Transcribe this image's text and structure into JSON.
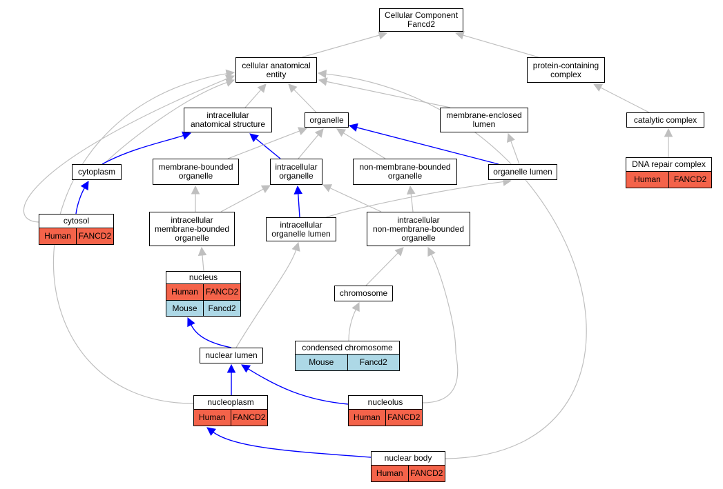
{
  "colors": {
    "is_a_edge": "#bfbfbf",
    "part_of_edge": "#0000ff",
    "human": "#f4634a",
    "mouse": "#add8e6"
  },
  "nodes": {
    "root": {
      "label": "Cellular Component\nFancd2"
    },
    "cae": {
      "label": "cellular anatomical\nentity"
    },
    "pcc": {
      "label": "protein-containing\ncomplex"
    },
    "ias": {
      "label": "intracellular\nanatomical structure"
    },
    "org": {
      "label": "organelle"
    },
    "mel": {
      "label": "membrane-enclosed\nlumen"
    },
    "cat": {
      "label": "catalytic complex"
    },
    "cyto": {
      "label": "cytoplasm"
    },
    "mbo": {
      "label": "membrane-bounded\norganelle"
    },
    "io": {
      "label": "intracellular\norganelle"
    },
    "nmbo": {
      "label": "non-membrane-bounded\norganelle"
    },
    "olum": {
      "label": "organelle lumen"
    },
    "drc": {
      "label": "DNA repair complex",
      "rows": [
        {
          "species": "Human",
          "gene": "FANCD2"
        }
      ]
    },
    "cytosol": {
      "label": "cytosol",
      "rows": [
        {
          "species": "Human",
          "gene": "FANCD2"
        }
      ]
    },
    "imbo": {
      "label": "intracellular\nmembrane-bounded\norganelle"
    },
    "iol": {
      "label": "intracellular\norganelle lumen"
    },
    "inmbo": {
      "label": "intracellular\nnon-membrane-bounded\norganelle"
    },
    "nucleus": {
      "label": "nucleus",
      "rows": [
        {
          "species": "Human",
          "gene": "FANCD2"
        },
        {
          "species": "Mouse",
          "gene": "Fancd2"
        }
      ]
    },
    "chrom": {
      "label": "chromosome"
    },
    "cchrom": {
      "label": "condensed chromosome",
      "rows": [
        {
          "species": "Mouse",
          "gene": "Fancd2"
        }
      ]
    },
    "nlum": {
      "label": "nuclear lumen"
    },
    "nplasm": {
      "label": "nucleoplasm",
      "rows": [
        {
          "species": "Human",
          "gene": "FANCD2"
        }
      ]
    },
    "nolus": {
      "label": "nucleolus",
      "rows": [
        {
          "species": "Human",
          "gene": "FANCD2"
        }
      ]
    },
    "nbody": {
      "label": "nuclear body",
      "rows": [
        {
          "species": "Human",
          "gene": "FANCD2"
        }
      ]
    }
  },
  "edges": [
    {
      "from": "cae",
      "to": "root",
      "type": "is_a"
    },
    {
      "from": "pcc",
      "to": "root",
      "type": "is_a"
    },
    {
      "from": "cat",
      "to": "pcc",
      "type": "is_a"
    },
    {
      "from": "drc",
      "to": "cat",
      "type": "is_a"
    },
    {
      "from": "ias",
      "to": "cae",
      "type": "is_a"
    },
    {
      "from": "org",
      "to": "cae",
      "type": "is_a"
    },
    {
      "from": "mel",
      "to": "cae",
      "type": "is_a"
    },
    {
      "from": "cyto",
      "to": "cae",
      "type": "is_a"
    },
    {
      "from": "cytosol",
      "to": "cae",
      "type": "is_a"
    },
    {
      "from": "nplasm",
      "to": "cae",
      "type": "is_a"
    },
    {
      "from": "nbody",
      "to": "cae",
      "type": "is_a"
    },
    {
      "from": "cyto",
      "to": "ias",
      "type": "part_of"
    },
    {
      "from": "io",
      "to": "ias",
      "type": "part_of"
    },
    {
      "from": "mbo",
      "to": "org",
      "type": "is_a"
    },
    {
      "from": "io",
      "to": "org",
      "type": "is_a"
    },
    {
      "from": "nmbo",
      "to": "org",
      "type": "is_a"
    },
    {
      "from": "olum",
      "to": "org",
      "type": "part_of"
    },
    {
      "from": "olum",
      "to": "mel",
      "type": "is_a"
    },
    {
      "from": "cytosol",
      "to": "cyto",
      "type": "part_of"
    },
    {
      "from": "imbo",
      "to": "mbo",
      "type": "is_a"
    },
    {
      "from": "imbo",
      "to": "io",
      "type": "is_a"
    },
    {
      "from": "iol",
      "to": "io",
      "type": "part_of"
    },
    {
      "from": "inmbo",
      "to": "io",
      "type": "is_a"
    },
    {
      "from": "inmbo",
      "to": "nmbo",
      "type": "is_a"
    },
    {
      "from": "iol",
      "to": "olum",
      "type": "is_a"
    },
    {
      "from": "nucleus",
      "to": "imbo",
      "type": "is_a"
    },
    {
      "from": "nlum",
      "to": "iol",
      "type": "is_a"
    },
    {
      "from": "chrom",
      "to": "inmbo",
      "type": "is_a"
    },
    {
      "from": "nolus",
      "to": "inmbo",
      "type": "is_a"
    },
    {
      "from": "cchrom",
      "to": "chrom",
      "type": "is_a"
    },
    {
      "from": "nlum",
      "to": "nucleus",
      "type": "part_of"
    },
    {
      "from": "nplasm",
      "to": "nlum",
      "type": "part_of"
    },
    {
      "from": "nolus",
      "to": "nlum",
      "type": "part_of"
    },
    {
      "from": "nbody",
      "to": "nplasm",
      "type": "part_of"
    }
  ]
}
